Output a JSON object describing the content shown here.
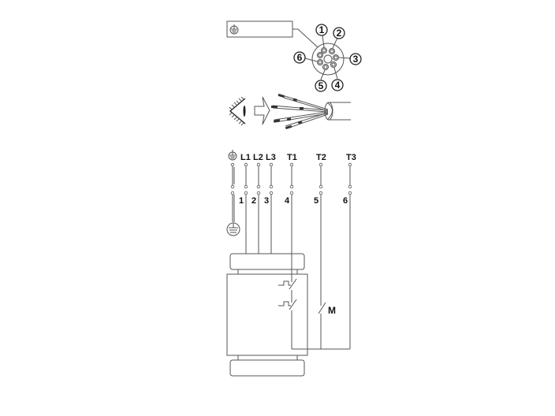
{
  "connector": {
    "pins": [
      {
        "label": "1"
      },
      {
        "label": "2"
      },
      {
        "label": "3"
      },
      {
        "label": "4"
      },
      {
        "label": "5"
      },
      {
        "label": "6"
      }
    ],
    "earth_box_icon": "earth-ground-icon"
  },
  "view": {
    "eye_icon": "eye-icon",
    "arrow_icon": "arrow-right-icon",
    "cable_icon": "cable-wires-icon"
  },
  "terminals": {
    "top_labels": [
      "L1",
      "L2",
      "L3",
      "T1",
      "T2",
      "T3"
    ],
    "bottom_numbers": [
      "1",
      "2",
      "3",
      "4",
      "5",
      "6"
    ],
    "earth_icon": "earth-ground-icon"
  },
  "device": {
    "motor_label": "M"
  }
}
